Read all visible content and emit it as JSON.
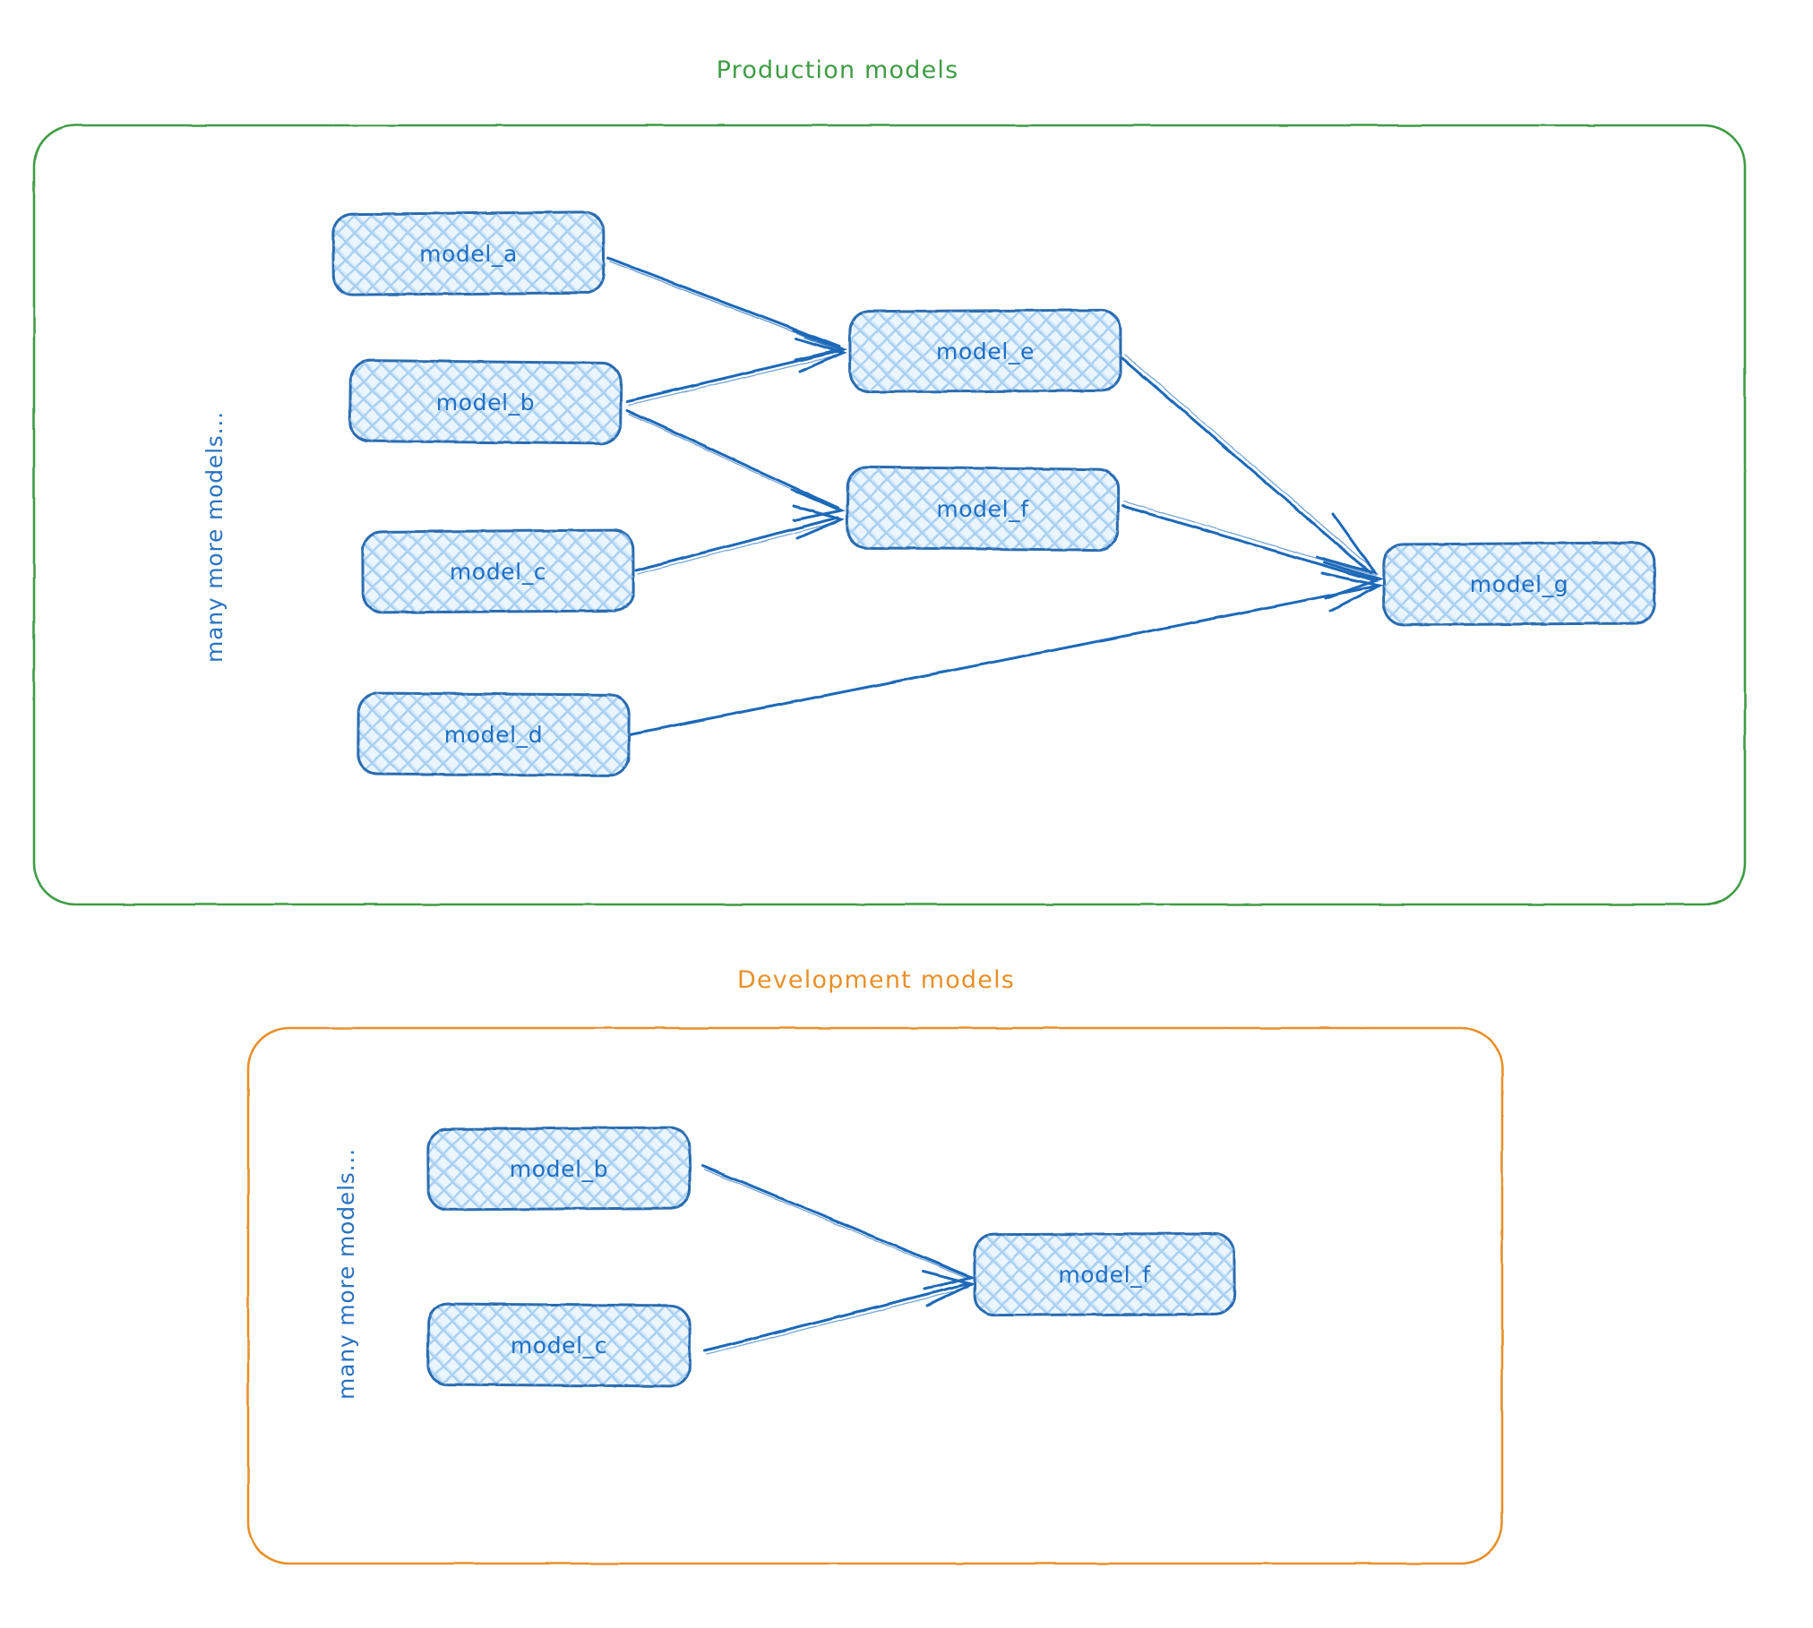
{
  "diagram": {
    "type": "flowchart",
    "background": "#ffffff",
    "node_fill": "#ddeefc",
    "node_hatch": "#a8cef0",
    "node_stroke": "#2b6cb0",
    "edge_color": "#1f69b8",
    "label_color": "#1f6fc4"
  },
  "groups": [
    {
      "id": "production",
      "title": "Production models",
      "color": "#3f9c45",
      "side_note": "many more models...",
      "nodes": [
        {
          "id": "model_a",
          "label": "model_a"
        },
        {
          "id": "model_b",
          "label": "model_b"
        },
        {
          "id": "model_c",
          "label": "model_c"
        },
        {
          "id": "model_d",
          "label": "model_d"
        },
        {
          "id": "model_e",
          "label": "model_e"
        },
        {
          "id": "model_f",
          "label": "model_f"
        },
        {
          "id": "model_g",
          "label": "model_g"
        }
      ],
      "edges": [
        {
          "from": "model_a",
          "to": "model_e"
        },
        {
          "from": "model_b",
          "to": "model_e"
        },
        {
          "from": "model_b",
          "to": "model_f"
        },
        {
          "from": "model_c",
          "to": "model_f"
        },
        {
          "from": "model_e",
          "to": "model_g"
        },
        {
          "from": "model_f",
          "to": "model_g"
        },
        {
          "from": "model_d",
          "to": "model_g"
        }
      ]
    },
    {
      "id": "development",
      "title": "Development models",
      "color": "#e8902a",
      "side_note": "many more models...",
      "nodes": [
        {
          "id": "dev_model_b",
          "label": "model_b"
        },
        {
          "id": "dev_model_c",
          "label": "model_c"
        },
        {
          "id": "dev_model_f",
          "label": "model_f"
        }
      ],
      "edges": [
        {
          "from": "dev_model_b",
          "to": "dev_model_f"
        },
        {
          "from": "dev_model_c",
          "to": "dev_model_f"
        }
      ]
    }
  ]
}
